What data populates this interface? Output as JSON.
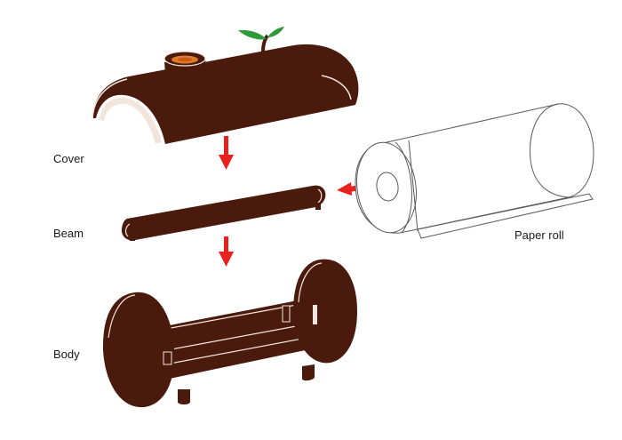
{
  "labels": {
    "cover": "Cover",
    "beam": "Beam",
    "body": "Body",
    "paper_roll": "Paper roll"
  },
  "colors": {
    "wood": "#4a1a0c",
    "wood_edge": "#f2e6dc",
    "arrow": "#e8211f",
    "leaf": "#2e9a3a",
    "knot": "#e07a2a",
    "paper_line": "#5a5a5a"
  },
  "icons": [
    "down-arrow-icon",
    "left-arrow-icon",
    "sprout-icon"
  ]
}
